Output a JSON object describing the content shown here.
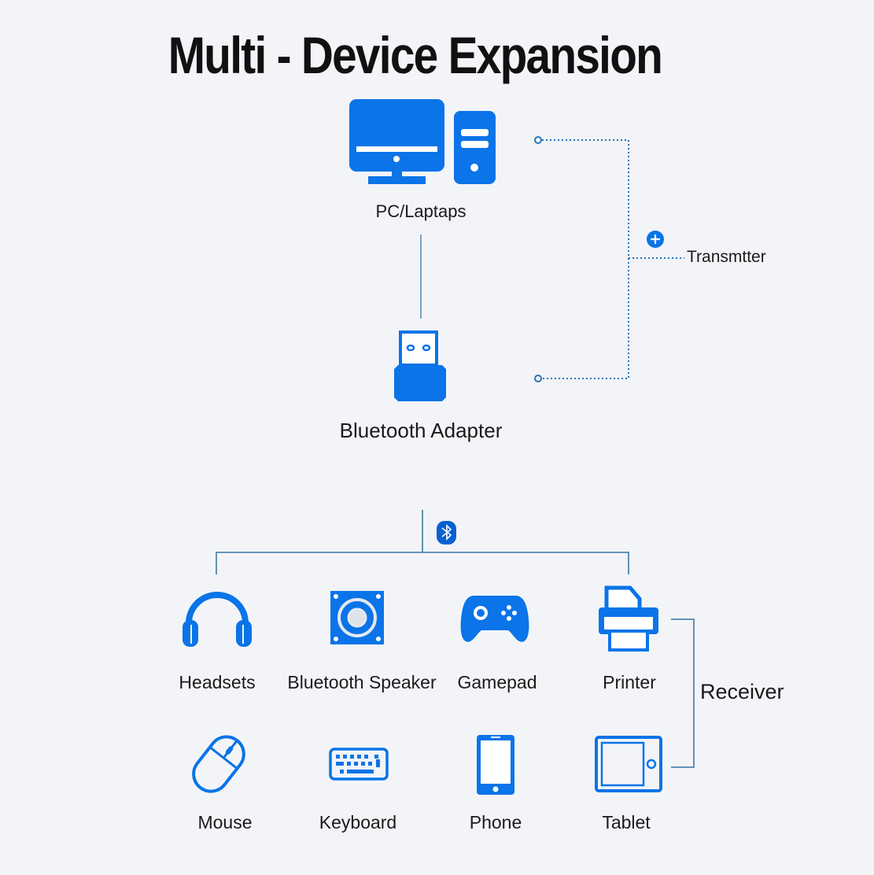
{
  "title": "Multi - Device Expansion",
  "colors": {
    "accent": "#0a74e8",
    "line": "#4f87ad",
    "background": "#f3f4f8"
  },
  "source": {
    "pc_label": "PC/Laptaps",
    "adapter_label": "Bluetooth Adapter"
  },
  "transmitter_label": "Transmtter",
  "receiver_label": "Receiver",
  "devices": [
    {
      "label": "Headsets",
      "icon": "headset-icon"
    },
    {
      "label": "Bluetooth Speaker",
      "icon": "speaker-icon"
    },
    {
      "label": "Gamepad",
      "icon": "gamepad-icon"
    },
    {
      "label": "Printer",
      "icon": "printer-icon"
    },
    {
      "label": "Mouse",
      "icon": "mouse-icon"
    },
    {
      "label": "Keyboard",
      "icon": "keyboard-icon"
    },
    {
      "label": "Phone",
      "icon": "phone-icon"
    },
    {
      "label": "Tablet",
      "icon": "tablet-icon"
    }
  ]
}
